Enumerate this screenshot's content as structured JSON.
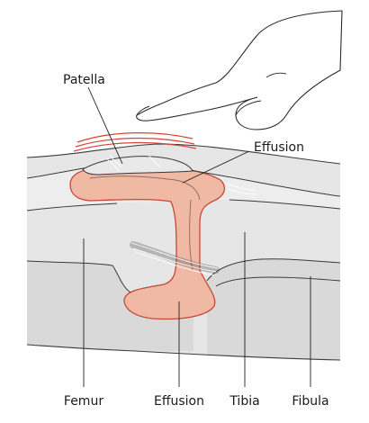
{
  "labels": {
    "patella": "Patella",
    "effusion_top": "Effusion",
    "femur": "Femur",
    "effusion_bottom": "Effusion",
    "tibia": "Tibia",
    "fibula": "Fibula"
  },
  "colors": {
    "tissue": "#e6e6e6",
    "bone": "#d9d9d9",
    "effusion_fill": "#efb9a3",
    "effusion_stroke": "#c9463a",
    "pressure_arcs": "#d9423a",
    "line": "#3a3a3a"
  }
}
